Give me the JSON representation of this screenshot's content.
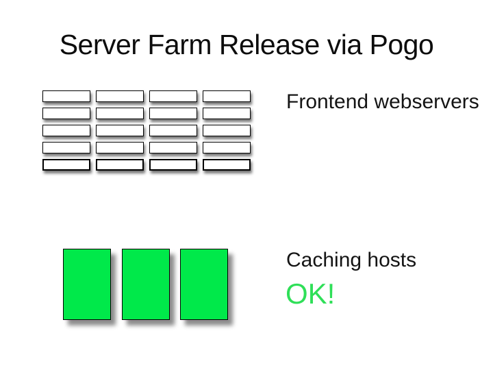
{
  "slide": {
    "title": "Server Farm Release via Pogo",
    "background_color": "#ffffff",
    "title_color": "#0d0d0d"
  },
  "frontend": {
    "label": "Frontend webservers",
    "server_count": 20,
    "rows": 5,
    "cols": 4,
    "server_fill": "#ffffff",
    "server_border_color": "#000000"
  },
  "caching": {
    "label": "Caching hosts",
    "host_count": 3,
    "host_fill": "#00e94a",
    "host_border_color": "#000000",
    "status_label": "OK!",
    "status_color": "#2fdf58"
  }
}
